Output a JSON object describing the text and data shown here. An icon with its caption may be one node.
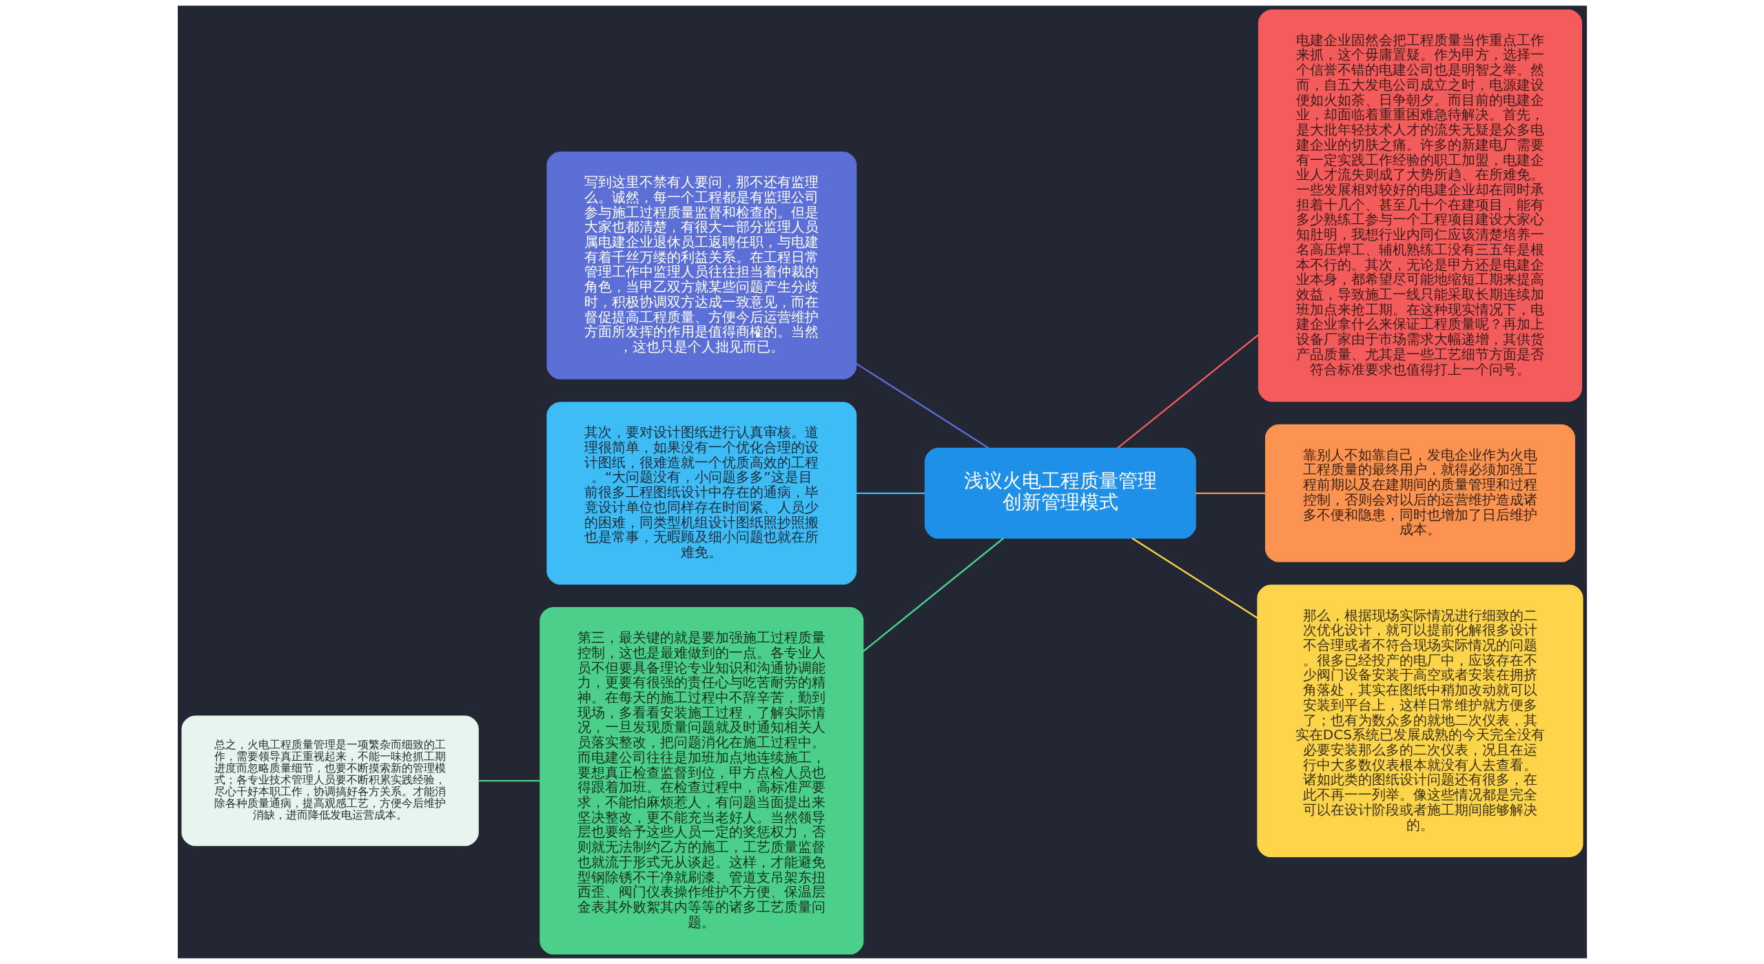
{
  "diagram": {
    "nodes": [
      {
        "text": [
          "浅议火电工程质量管理创新管理模式"
        ]
      },
      {
        "text": [
          "写到这里不禁有人要问，那不还有监理么。诚然，每一个工程都是有监理公司参与施工过程质量监督和检查的。但是大家也都清楚，有很大一部分监理人员属电建企业退休员工返聘任职，与电建有着千丝万缕的利益关系。在工程日常管理工作中监理人员往往担当着仲裁的角色，当甲乙双方就某些问题产生分歧时，积极协调双方达成一致意见，而在督促提高工程质量、方便今后运营维护方面所发挥的作用是值得商榷的。当然，这也只是个人拙见而已。"
        ]
      },
      {
        "text": [
          "电建企业固然会把工程质量当作重点工作来抓，这个毋庸置疑。作为甲方，选择一个信誉不错的电建公司也是明智之举。然而，自五大发电公司成立之时，电源建设便如火如荼、日争朝夕。而目前的电建企业，却面临着重重困难急待解决。首先，是大批年轻技术人才的流失无疑是众多电建企业的切肤之痛。许多的新建电厂需要有一定实践工作经验的职工加盟，电建企业人才流失则成了大势所趋、在所难免。一些发展相对较好的电建企业却在同时承担着十几个、甚至几十个在建项目，能有多少熟练工参与一个工程项目建设大家心知肚明，我想行业内同仁应该清楚培养一名高压焊工、辅机熟练工没有三五年是根本不行的。其次，无论是甲方还是电建企业本身，都希望尽可能地缩短工期来提高效益，导致施工一线只能采取长期连续加班加点来抢工期。在这种现实情况下，电建企业拿什么来保证工程质量呢？再加上设备厂家由于市场需求大幅递增，其供货产品质量、尤其是一些工艺细节方面是否符合标准要求也值得打上一个问号。"
        ]
      },
      {
        "text": [
          "其次，要对设计图纸进行认真审核。道理很简单，如果没有一个优化合理的设计图纸，很难造就一个优质高效的工程。“大问题没有，小问题多多”这是目前很多工程图纸设计中存在的通病，毕竟设计单位也同样存在时间紧、人员少的困难，同类型机组设计图纸照抄照搬也是常事，无暇顾及细小问题也就在所难免。"
        ]
      },
      {
        "text": [
          "靠别人不如靠自己，发电企业作为火电工程质量的最终用户，就得必须加强工程前期以及在建期间的质量管理和过程控制，否则会对以后的运营维护造成诸多不便和隐患，同时也增加了日后维护成本。"
        ]
      },
      {
        "text": [
          "第三，最关键的就是要加强施工过程质量控制，这也是最难做到的一点。各专业人员不但要具备理论专业知识和沟通协调能力，更要有很强的责任心与吃苦耐劳的精神。在每天的施工过程中不辞辛苦，勤到现场，多看看安装施工过程，了解实际情况，一旦发现质量问题就及时通知相关人员落实整改，把问题消化在施工过程中。而电建公司往往是加班加点地连续施工，要想真正检查监督到位，甲方点检人员也得跟着加班。在检查过程中，高标准严要求，不能怕麻烦惹人，有问题当面提出来坚决整改，更不能充当老好人。当然领导层也要给予这些人员一定的奖惩权力，否则就无法制约乙方的施工，工艺质量监督也就流于形式无从谈起。这样，才能避免型钢除锈不干净就刷漆、管道支吊架东扭西歪、阀门仪表操作维护不方便、保温层金表其外败絮其内等等的诸多工艺质量问题。"
        ]
      },
      {
        "text": [
          "那么，根据现场实际情况进行细致的二次优化设计，就可以提前化解很多设计不合理或者不符合现场实际情况的问题。很多已经投产的电厂中，应该存在不少阀门设备安装于高空或者安装在拥挤角落处，其实在图纸中稍加改动就可以安装到平台上，这样日常维护就方便多了；也有为数众多的就地二次仪表，其实在DCS系统已发展成熟的今天完全没有必要安装那么多的二次仪表，况且在运行中大多数仪表根本就没有人去查看。诸如此类的图纸设计问题还有很多，在此不再一一列举。像这些情况都是完全可以在设计阶段或者施工期间能够解决的。"
        ]
      },
      {
        "text": [
          "总之，火电工程质量管理是一项繁杂而细致的工作，需要领导真正重视起来，不能一味抢抓工期进度而忽略质量细节，也要不断摸索新的管理模式；各专业技术管理人员要不断积累实践经验，尽心干好本职工作，协调搞好各方关系。才能消除各种质量通病，提高观感工艺，方便今后维护消缺，进而降低发电运营成本。"
        ]
      }
    ],
    "edges": [
      {
        "from": 0,
        "to": 1,
        "arrow": "none",
        "color": "#5b6fd6"
      },
      {
        "from": 0,
        "to": 2,
        "arrow": "none",
        "color": "#f45b5b"
      },
      {
        "from": 0,
        "to": 3,
        "arrow": "none",
        "color": "#3dbcf6"
      },
      {
        "from": 0,
        "to": 4,
        "arrow": "none",
        "color": "#fd9350"
      },
      {
        "from": 0,
        "to": 5,
        "arrow": "none",
        "color": "#4ccf8a"
      },
      {
        "from": 0,
        "to": 6,
        "arrow": "none",
        "color": "#fed44a"
      },
      {
        "from": 5,
        "to": 7,
        "arrow": "none",
        "color": "#4ccf8a"
      }
    ]
  }
}
